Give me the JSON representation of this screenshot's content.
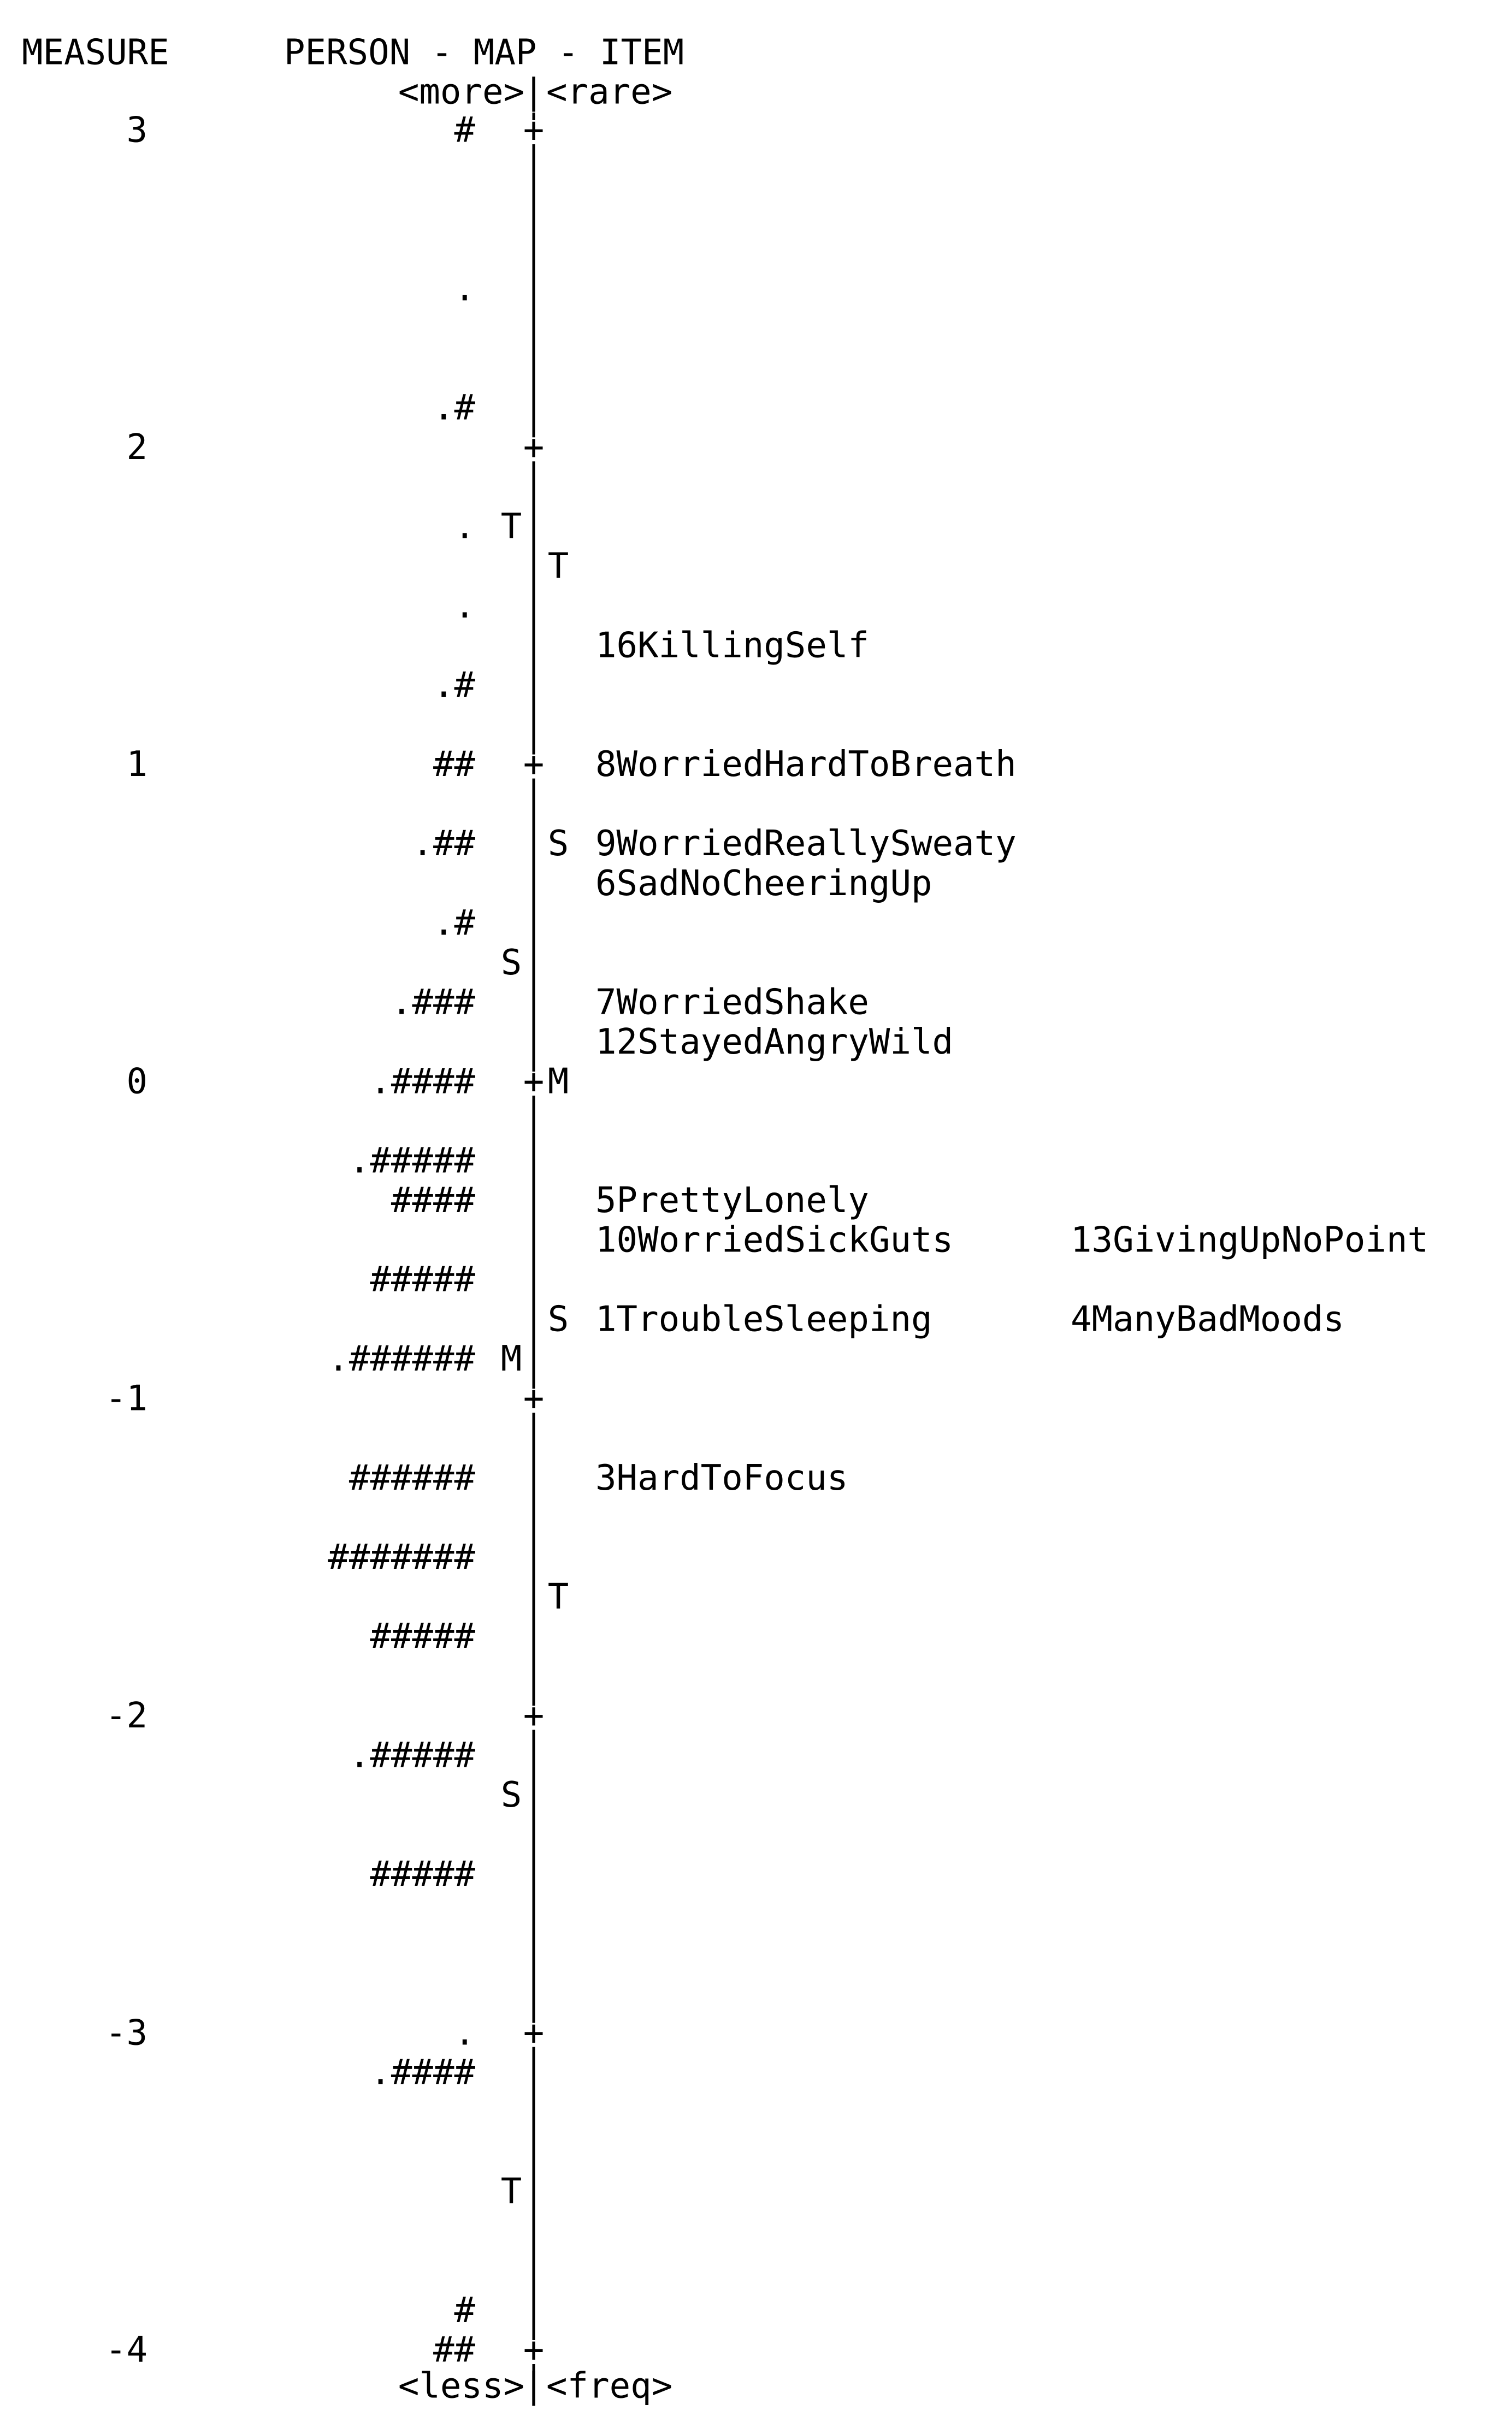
{
  "header": {
    "measure_label": "MEASURE",
    "map_title": "PERSON - MAP - ITEM",
    "top_left_tag": "<more>",
    "top_right_tag": "<rare>",
    "bottom_left_tag": "<less>",
    "bottom_right_tag": "<freq>"
  },
  "chart_data": {
    "type": "wright-map",
    "title": "PERSON - MAP - ITEM",
    "ylabel": "MEASURE",
    "ylim": [
      -4,
      3
    ],
    "y_ticks": [
      "3",
      "2",
      "1",
      "0",
      "-1",
      "-2",
      "-3",
      "-4"
    ],
    "axis_separator": "|",
    "axis_tick_symbol": "+",
    "persons": [
      {
        "y": 3.0,
        "symbols": "#"
      },
      {
        "y": 2.5,
        "symbols": "."
      },
      {
        "y": 2.125,
        "symbols": ".#"
      },
      {
        "y": 1.75,
        "symbols": "."
      },
      {
        "y": 1.5,
        "symbols": "."
      },
      {
        "y": 1.25,
        "symbols": ".#"
      },
      {
        "y": 1.0,
        "symbols": "##"
      },
      {
        "y": 0.75,
        "symbols": ".##"
      },
      {
        "y": 0.5,
        "symbols": ".#"
      },
      {
        "y": 0.25,
        "symbols": ".###"
      },
      {
        "y": 0.0,
        "symbols": ".####"
      },
      {
        "y": -0.25,
        "symbols": ".#####"
      },
      {
        "y": -0.375,
        "symbols": "####"
      },
      {
        "y": -0.625,
        "symbols": "#####"
      },
      {
        "y": -0.875,
        "symbols": ".######"
      },
      {
        "y": -1.25,
        "symbols": "######"
      },
      {
        "y": -1.5,
        "symbols": "#######"
      },
      {
        "y": -1.75,
        "symbols": "#####"
      },
      {
        "y": -2.125,
        "symbols": ".#####"
      },
      {
        "y": -2.5,
        "symbols": "#####"
      },
      {
        "y": -3.0,
        "symbols": "."
      },
      {
        "y": -3.125,
        "symbols": ".####"
      },
      {
        "y": -3.875,
        "symbols": "#"
      },
      {
        "y": -4.0,
        "symbols": "##"
      }
    ],
    "person_markers": [
      {
        "y": 1.75,
        "label": "T"
      },
      {
        "y": 0.375,
        "label": "S"
      },
      {
        "y": -0.875,
        "label": "M"
      },
      {
        "y": -2.25,
        "label": "S"
      },
      {
        "y": -3.5,
        "label": "T"
      }
    ],
    "item_markers": [
      {
        "y": 1.625,
        "label": "T"
      },
      {
        "y": 0.75,
        "label": "S"
      },
      {
        "y": 0.0,
        "label": "M"
      },
      {
        "y": -0.75,
        "label": "S"
      },
      {
        "y": -1.625,
        "label": "T"
      }
    ],
    "items": [
      {
        "y": 1.375,
        "column": 1,
        "label": "16KillingSelf"
      },
      {
        "y": 1.0,
        "column": 1,
        "label": "8WorriedHardToBreath"
      },
      {
        "y": 0.75,
        "column": 1,
        "label": "9WorriedReallySweaty"
      },
      {
        "y": 0.625,
        "column": 1,
        "label": "6SadNoCheeringUp"
      },
      {
        "y": 0.25,
        "column": 1,
        "label": "7WorriedShake"
      },
      {
        "y": 0.125,
        "column": 1,
        "label": "12StayedAngryWild"
      },
      {
        "y": -0.375,
        "column": 1,
        "label": "5PrettyLonely"
      },
      {
        "y": -0.5,
        "column": 1,
        "label": "10WorriedSickGuts"
      },
      {
        "y": -0.5,
        "column": 2,
        "label": "13GivingUpNoPoint"
      },
      {
        "y": -0.75,
        "column": 1,
        "label": "1TroubleSleeping"
      },
      {
        "y": -0.75,
        "column": 2,
        "label": "4ManyBadMoods"
      },
      {
        "y": -1.25,
        "column": 1,
        "label": "3HardToFocus"
      }
    ]
  }
}
